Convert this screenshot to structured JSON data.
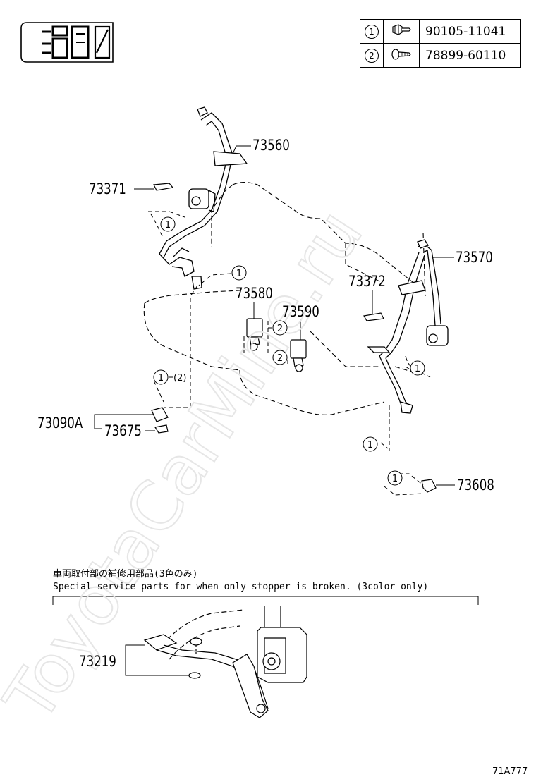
{
  "legend": {
    "rows": [
      {
        "ref": "1",
        "part_number": "90105-11041",
        "icon": "bolt-icon"
      },
      {
        "ref": "2",
        "part_number": "78899-60110",
        "icon": "screw-icon"
      }
    ]
  },
  "labels": {
    "p73560": "73560",
    "p73371": "73371",
    "p73570": "73570",
    "p73580": "73580",
    "p73372": "73372",
    "p73590": "73590",
    "p73090A": "73090A",
    "p73675": "73675",
    "p73608": "73608",
    "p73219": "73219"
  },
  "callouts": {
    "one": "1",
    "two": "2",
    "one_paren_two": "(2)"
  },
  "note": {
    "jp": "車両取付部の補修用部品(3色のみ)",
    "en": "Special service parts for when only stopper is broken. (3color only)"
  },
  "diagram_code": "71A777",
  "watermark": "ToyotaCarMine.ru"
}
